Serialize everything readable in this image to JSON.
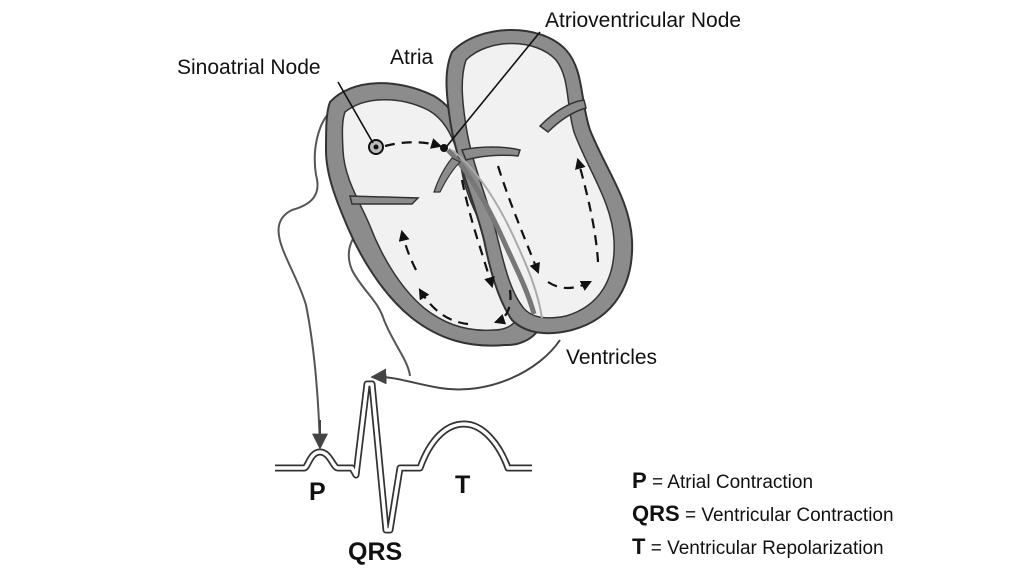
{
  "labels": {
    "sa_node": "Sinoatrial Node",
    "av_node": "Atrioventricular Node",
    "atria": "Atria",
    "ventricles": "Ventricles"
  },
  "waves": {
    "p": "P",
    "qrs": "QRS",
    "t": "T"
  },
  "legend": [
    {
      "key": "P",
      "text": "= Atrial Contraction"
    },
    {
      "key": "QRS",
      "text": "= Ventricular Contraction"
    },
    {
      "key": "T",
      "text": "= Ventricular Repolarization"
    }
  ],
  "colors": {
    "wall": "#8c8c8c",
    "chamber": "#f1f1f1",
    "outline": "#333333",
    "text": "#111111"
  }
}
